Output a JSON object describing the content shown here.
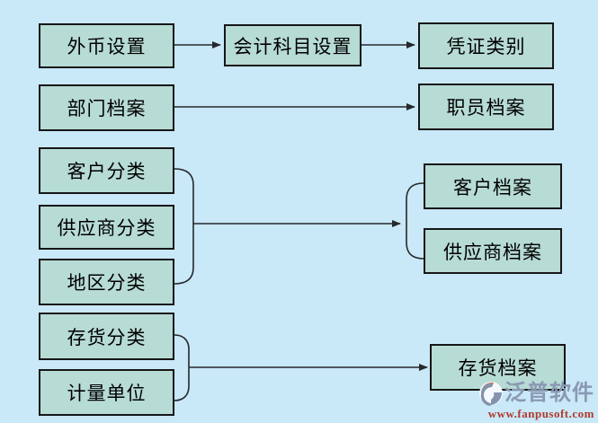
{
  "colors": {
    "background": "#c9e8f8",
    "node_fill": "#b7dbd5",
    "node_border": "#161616",
    "connector": "#26282a",
    "brand_text": "#8a99b3",
    "brand_url": "#b03a2b",
    "brand_icon_orange": "#dd6f4a",
    "brand_icon_blue": "#8493ad"
  },
  "nodes": [
    {
      "label": "外币设置"
    },
    {
      "label": "会计科目设置"
    },
    {
      "label": "凭证类别"
    },
    {
      "label": "部门档案"
    },
    {
      "label": "职员档案"
    },
    {
      "label": "客户分类"
    },
    {
      "label": "供应商分类"
    },
    {
      "label": "地区分类"
    },
    {
      "label": "客户档案"
    },
    {
      "label": "供应商档案"
    },
    {
      "label": "存货分类"
    },
    {
      "label": "计量单位"
    },
    {
      "label": "存货档案"
    }
  ],
  "edges": [
    {
      "from": [
        "外币设置"
      ],
      "to": [
        "会计科目设置"
      ]
    },
    {
      "from": [
        "会计科目设置"
      ],
      "to": [
        "凭证类别"
      ]
    },
    {
      "from": [
        "部门档案"
      ],
      "to": [
        "职员档案"
      ]
    },
    {
      "from": [
        "客户分类",
        "供应商分类",
        "地区分类"
      ],
      "to": [
        "客户档案",
        "供应商档案"
      ]
    },
    {
      "from": [
        "存货分类",
        "计量单位"
      ],
      "to": [
        "存货档案"
      ]
    }
  ],
  "watermark": {
    "brand": "泛普软件",
    "url": "www.fanpusoft.com",
    "icon": "fanpu-logo-icon"
  }
}
